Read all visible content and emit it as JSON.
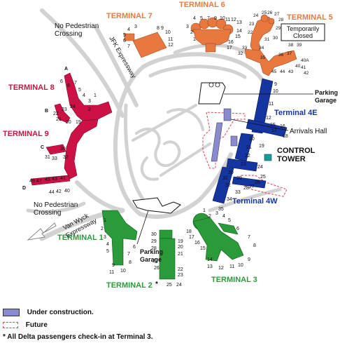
{
  "colors": {
    "road": "#d0d0d0",
    "terminal_red": "#cc1244",
    "terminal_orange": "#e8783e",
    "terminal_green": "#2a9a3a",
    "terminal_blue": "#1535a0",
    "construction": "#8a8ad0",
    "future": "#e04050",
    "tower": "#1a9a9a"
  },
  "terminals": {
    "t1": "TERMINAL 1",
    "t2": "TERMINAL 2",
    "t2_note": "*",
    "t3": "TERMINAL 3",
    "t4e": "Terminal 4E",
    "t4w": "Terminal 4W",
    "t5": "TERMINAL 5",
    "t6": "TERMINAL 6",
    "t7": "TERMINAL 7",
    "t8": "TERMINAL 8",
    "t9": "TERMINAL 9"
  },
  "labels": {
    "no_ped_top_1": "No Pedestrian",
    "no_ped_top_2": "Crossing",
    "no_ped_bot_1": "No Pedestrian",
    "no_ped_bot_2": "Crossing",
    "jfk_expressway": "JFK Expressway",
    "van_wyck_1": "Van Wyck",
    "van_wyck_2": "Expressway",
    "parking_garage_1": "Parking",
    "parking_garage_2": "Garage",
    "parking_garage_b1": "Parking",
    "parking_garage_b2": "Garage",
    "arrivals_hall": "Arrivals Hall",
    "control_tower_1": "CONTROL",
    "control_tower_2": "TOWER",
    "temp_closed_1": "Temporarily",
    "temp_closed_2": "Closed"
  },
  "gates": {
    "t8": [
      "A",
      "6",
      "8",
      "7",
      "5",
      "4",
      "3",
      "2",
      "1",
      "B",
      "23",
      "24",
      "22",
      "21",
      "20",
      "19"
    ],
    "t9": [
      "C",
      "30",
      "31",
      "33",
      "32",
      "D",
      "49",
      "47",
      "45",
      "43",
      "41",
      "44",
      "42",
      "40"
    ],
    "t7": [
      "3",
      "4",
      "5",
      "6",
      "7",
      "8",
      "9",
      "10",
      "11",
      "12"
    ],
    "t6": [
      "3",
      "4",
      "5",
      "7",
      "9",
      "10",
      "11",
      "12",
      "13",
      "14",
      "15",
      "16",
      "17",
      "2",
      "1"
    ],
    "t5": [
      "25",
      "26",
      "27",
      "28",
      "24",
      "23",
      "29",
      "22",
      "31",
      "30",
      "33",
      "32",
      "34",
      "35",
      "36",
      "37",
      "38",
      "39",
      "40A",
      "40",
      "41",
      "42",
      "43",
      "44",
      "45"
    ],
    "t4": [
      "9",
      "10",
      "11",
      "12",
      "16",
      "15",
      "17",
      "18",
      "19",
      "20",
      "21",
      "22",
      "23",
      "24",
      "25",
      "26",
      "27",
      "28",
      "29",
      "30",
      "31",
      "32",
      "33",
      "34",
      "35"
    ],
    "t1": [
      "1",
      "2",
      "3",
      "4",
      "5",
      "6",
      "7",
      "8",
      "9",
      "10",
      "11"
    ],
    "t2": [
      "30",
      "29",
      "28",
      "27",
      "26",
      "25",
      "24",
      "23",
      "22",
      "21",
      "20",
      "19"
    ],
    "t3": [
      "1",
      "2",
      "3",
      "4",
      "5",
      "6",
      "7",
      "8",
      "9",
      "10",
      "11",
      "12",
      "13",
      "14",
      "15",
      "16",
      "17",
      "18"
    ]
  },
  "legend": {
    "under_construction": "Under construction.",
    "future": "Future",
    "note": "*   All Delta passengers check-in at Terminal 3."
  }
}
